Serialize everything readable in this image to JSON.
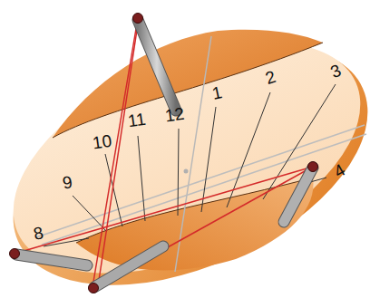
{
  "diagram": {
    "labels": [
      "11",
      "12",
      "1",
      "2",
      "3",
      "10",
      "9",
      "8",
      "4"
    ]
  }
}
